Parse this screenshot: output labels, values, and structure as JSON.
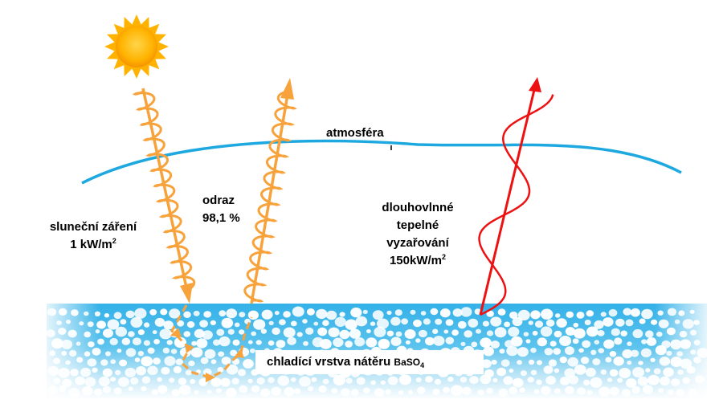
{
  "labels": {
    "atmosphere": "atmosféra",
    "solar_line1": "sluneční záření",
    "solar_line2": "1 kW/m",
    "solar_sup": "2",
    "reflect_line1": "odraz",
    "reflect_line2": "98,1 %",
    "lw_line1": "dlouhovlnné",
    "lw_line2": "tepelné",
    "lw_line3": "vyzařování",
    "lw_line4": "150kW/m",
    "lw_sup": "2",
    "layer_text": "chladící vrstva nátěru",
    "layer_chem": "BaSO",
    "layer_sub": "4"
  },
  "colors": {
    "sun": "#f7a100",
    "solar_arrow": "#f7a23a",
    "thermal_arrow": "#ee1111",
    "atmosphere": "#1ea8e0",
    "coating": "#3bb4e6"
  },
  "icons": {
    "sun": "sun-icon"
  }
}
